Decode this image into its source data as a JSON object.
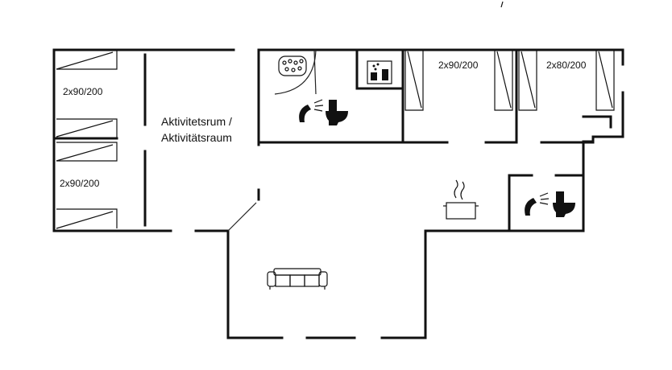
{
  "rooms": {
    "west_bed_top": "2x90/200",
    "west_bed_bottom": "2x90/200",
    "activity_room_line1": "Aktivitetsrum /",
    "activity_room_line2": "Aktivitätsraum",
    "east_bed_middle": "2x90/200",
    "east_bed_right": "2x80/200"
  },
  "icons": [
    "jacuzzi-icon",
    "sauna-icon",
    "shower-icon",
    "toilet-icon",
    "cooking-pot-icon",
    "sofa-icon"
  ],
  "colors": {
    "wall": "#111111",
    "background": "#ffffff"
  }
}
